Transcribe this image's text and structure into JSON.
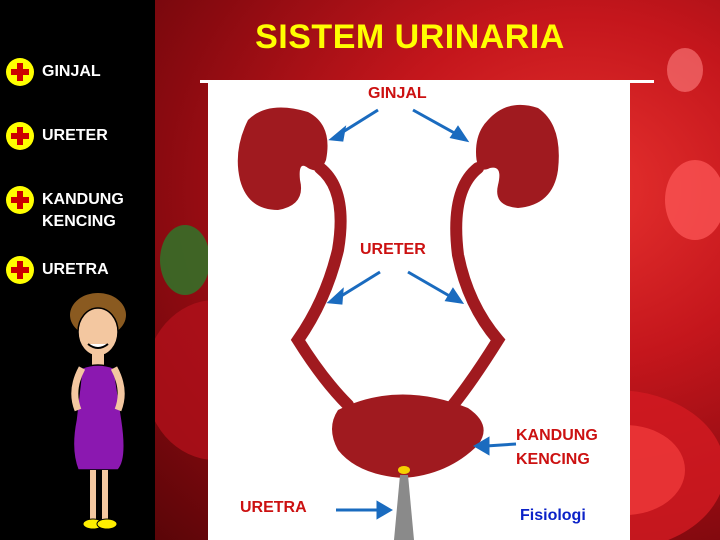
{
  "slide": {
    "title": "SISTEM URINARIA",
    "menu": [
      {
        "label": "GINJAL"
      },
      {
        "label": "URETER"
      },
      {
        "label": "KANDUNG\nKENCING"
      },
      {
        "label": "URETRA"
      }
    ]
  },
  "diagram": {
    "labels": {
      "ginjal": "GINJAL",
      "ureter": "URETER",
      "kandung": "KANDUNG\nKENCING",
      "uretra": "URETRA",
      "footer": "Fisiologi"
    }
  },
  "colors": {
    "title": "#ffff00",
    "organ": "#a01a1f",
    "label": "#cc1111",
    "arrow": "#1a6bbf",
    "footer": "#0b22c8"
  }
}
